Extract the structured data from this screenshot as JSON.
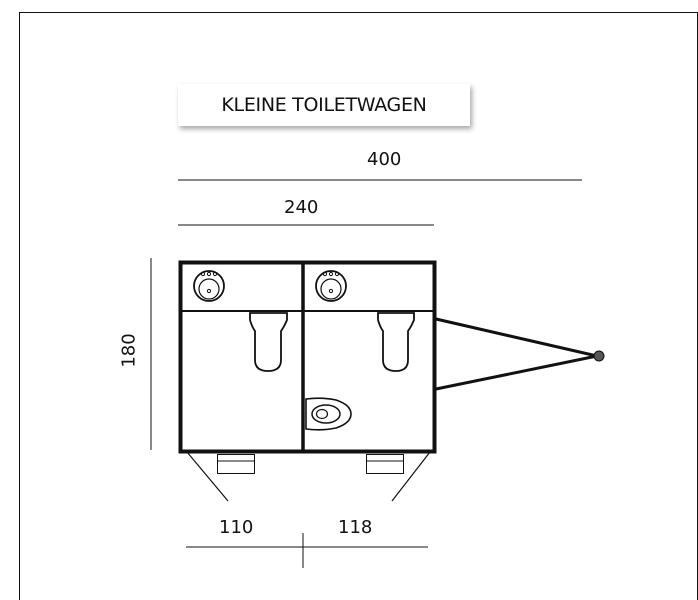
{
  "title": "KLEINE TOILETWAGEN",
  "dimensions": {
    "total_length": "400",
    "body_length": "240",
    "height": "180",
    "left_cabin": "110",
    "right_cabin": "118"
  },
  "colors": {
    "line": "#111111",
    "hitch": "#555555"
  },
  "icons": [
    "sink-icon",
    "toilet-icon",
    "urinal-icon",
    "hitch-icon",
    "step-icon"
  ]
}
